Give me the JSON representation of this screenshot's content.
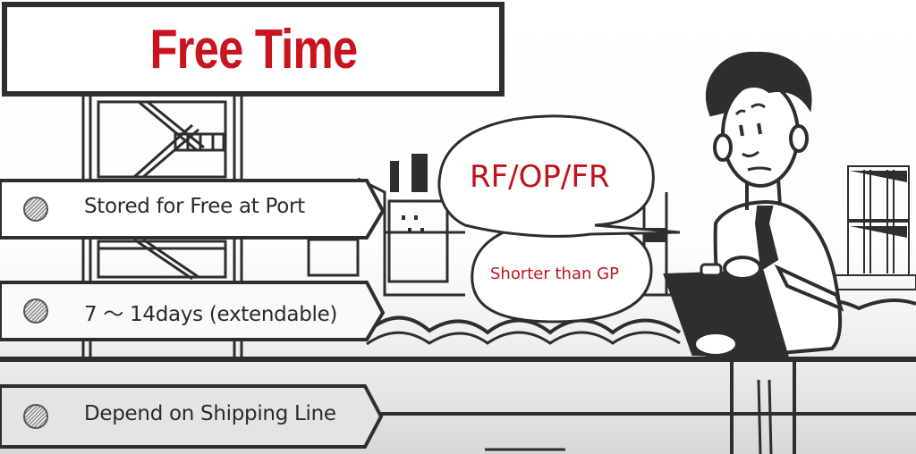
{
  "title": {
    "text": "Free Time",
    "color": "#c8141e"
  },
  "bullets": [
    {
      "label": "Stored for Free at Port",
      "icon": "hatched-circle-bullet-icon"
    },
    {
      "label": "7 〜 14days (extendable)",
      "icon": "hatched-circle-bullet-icon"
    },
    {
      "label": "Depend on Shipping Line",
      "icon": "hatched-circle-bullet-icon"
    }
  ],
  "speech_bubbles": [
    {
      "text": "RF/OP/FR",
      "color": "#c0141c"
    },
    {
      "text": "Shorter than GP",
      "color": "#c0141c"
    }
  ],
  "illustration": {
    "character": "man-with-clipboard",
    "background": [
      "scaffold-tower",
      "container-ship",
      "stacked-containers",
      "waves",
      "pier"
    ]
  },
  "colors": {
    "ink": "#2e2e2e",
    "accent_red": "#c8141e",
    "paper": "#ffffff"
  }
}
